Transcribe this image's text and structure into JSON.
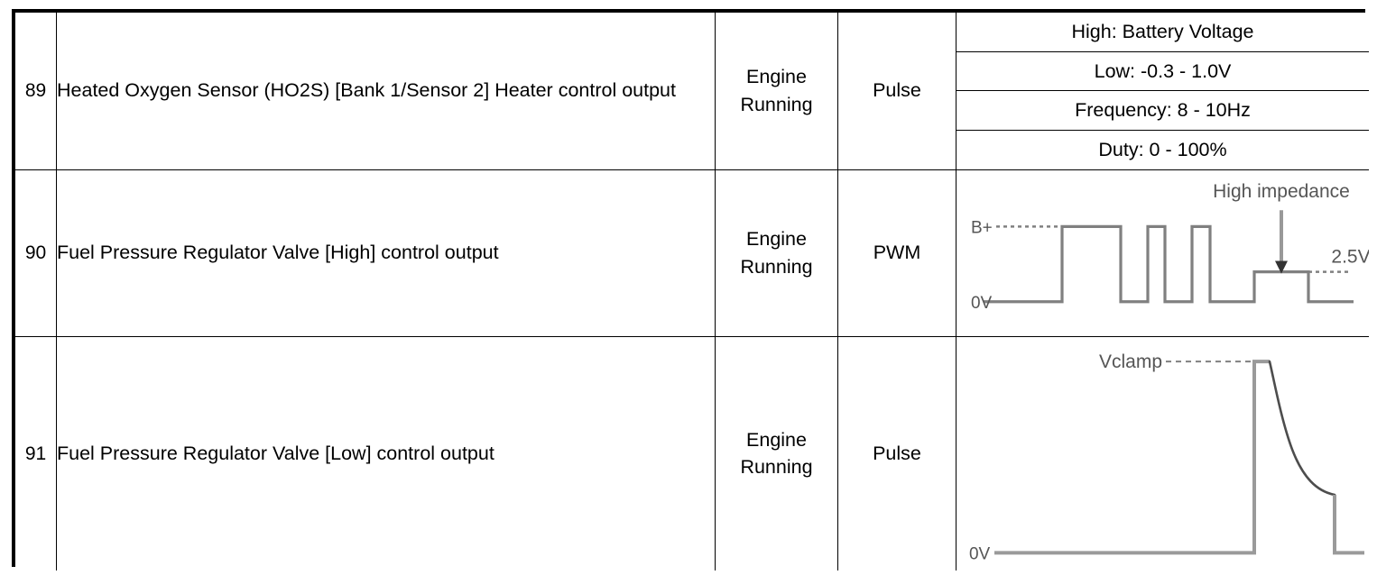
{
  "table": {
    "columns": [
      "no",
      "description",
      "condition",
      "signal_type",
      "specification"
    ],
    "rows": [
      {
        "no": "89",
        "description": "Heated Oxygen Sensor (HO2S) [Bank 1/Sensor 2] Heater control output",
        "condition_line1": "Engine",
        "condition_line2": "Running",
        "signal_type": "Pulse",
        "spec_kind": "text-list",
        "spec_items": [
          "High: Battery Voltage",
          "Low: -0.3 - 1.0V",
          "Frequency: 8 - 10Hz",
          "Duty: 0 - 100%"
        ]
      },
      {
        "no": "90",
        "description": "Fuel Pressure Regulator Valve [High] control output",
        "condition_line1": "Engine",
        "condition_line2": "Running",
        "signal_type": "PWM",
        "spec_kind": "waveform-pwm",
        "waveform": {
          "type": "pwm-square",
          "high_label": "B+",
          "low_label": "0V",
          "annotation": "High impedance",
          "step_label": "2.5V",
          "line_color": "#808080",
          "label_color": "#555555"
        }
      },
      {
        "no": "91",
        "description": "Fuel Pressure Regulator Valve [Low] control output",
        "condition_line1": "Engine",
        "condition_line2": "Running",
        "signal_type": "Pulse",
        "spec_kind": "waveform-clamp",
        "waveform": {
          "type": "clamp-decay",
          "peak_label": "Vclamp",
          "low_label": "0V",
          "line_color": "#808080",
          "label_color": "#555555"
        }
      }
    ]
  }
}
